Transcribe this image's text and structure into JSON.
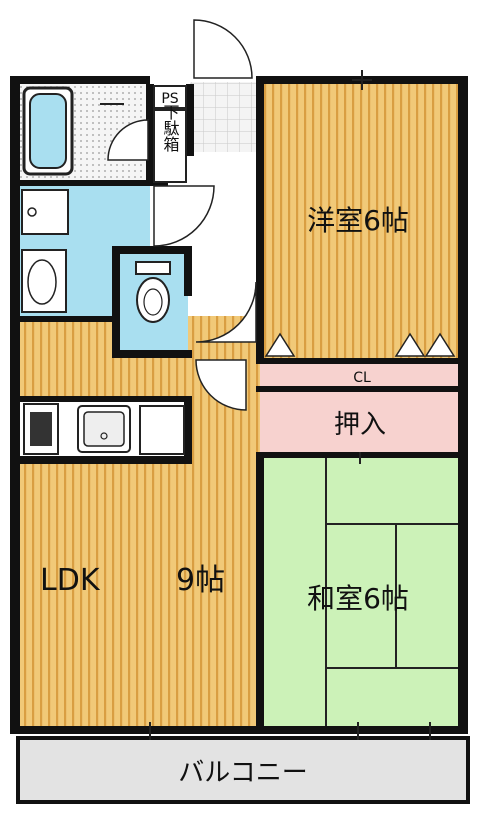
{
  "rooms": {
    "western": {
      "label": "洋室6帖"
    },
    "japanese": {
      "label": "和室6帖"
    },
    "ldk": {
      "name": "LDK",
      "size": "9帖"
    },
    "closet": {
      "label": "CL"
    },
    "oshiire": {
      "label": "押入"
    },
    "balcony": {
      "label": "バルコニー"
    },
    "ps": {
      "label": "PS"
    },
    "shoebox": {
      "label": "下駄箱"
    }
  },
  "colors": {
    "wood_floor": "#f1c978",
    "wood_stripe": "#d99e42",
    "tatami": "#ccf2b8",
    "water_room": "#a9dff0",
    "closet": "#f7d2cf",
    "balcony": "#e3e3e3",
    "wall": "#111111",
    "tile": "#f2f2f2"
  }
}
